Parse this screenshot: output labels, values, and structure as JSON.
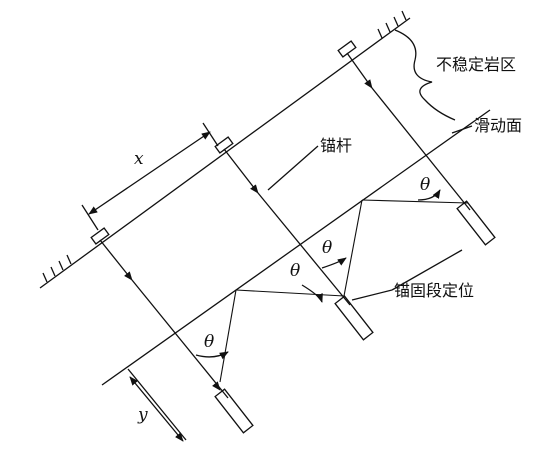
{
  "labels": {
    "unstable_zone": "不稳定岩区",
    "sliding_surface": "滑动面",
    "anchor_rod": "锚杆",
    "anchorage_positioning": "锚固段定位",
    "spacing": "x",
    "depth": "y",
    "angle": "θ"
  },
  "colors": {
    "line": "#111111",
    "background": "#ffffff"
  }
}
